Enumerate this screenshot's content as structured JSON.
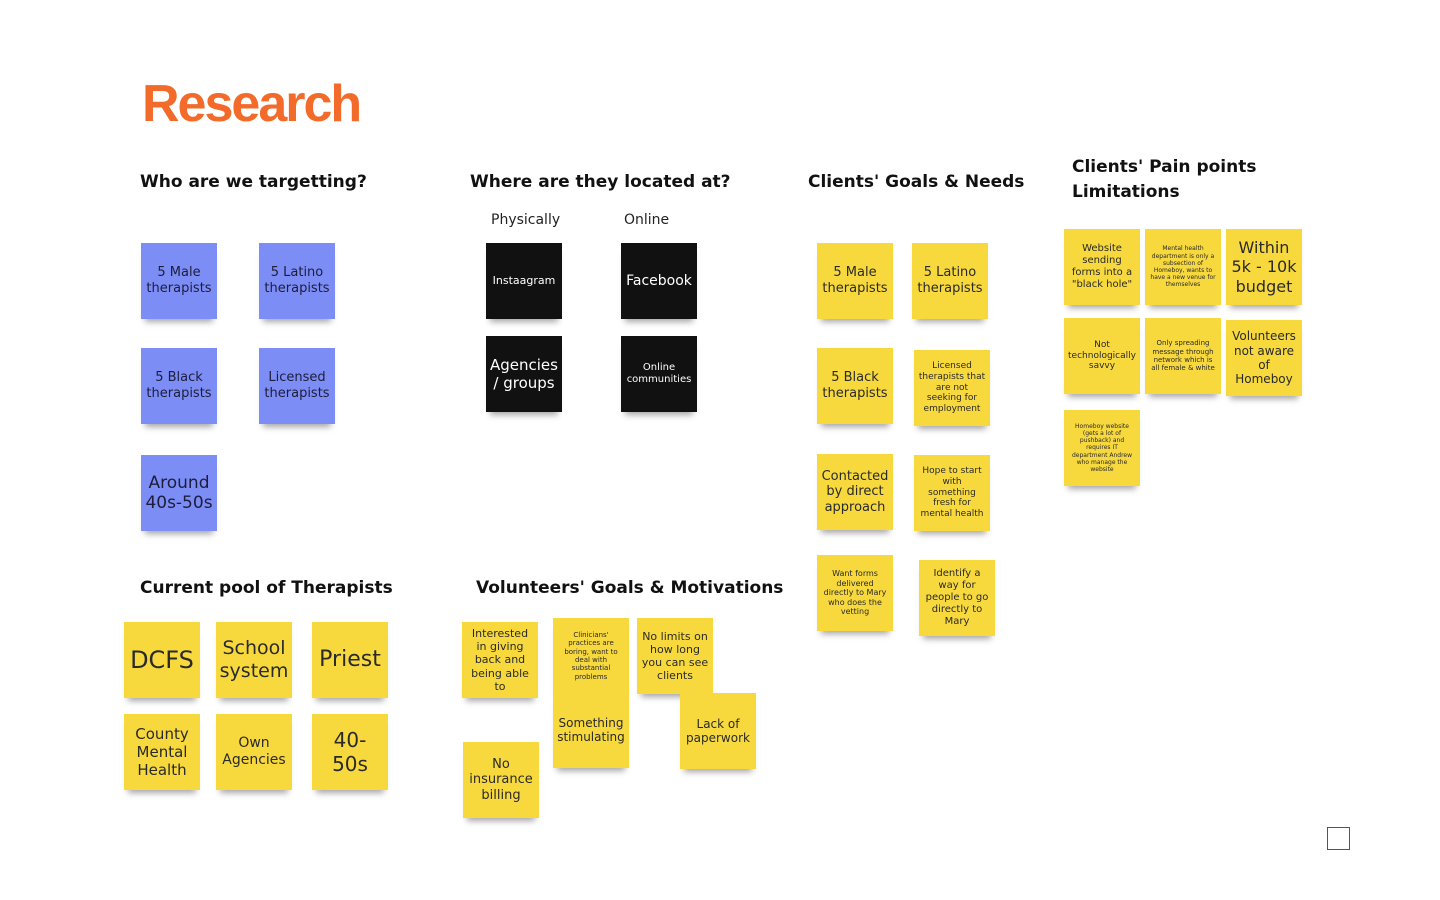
{
  "title": "Research",
  "sections": {
    "targeting": {
      "heading": "Who are we targetting?",
      "notes": [
        "5 Male therapists",
        "5 Latino therapists",
        "5 Black therapists",
        "Licensed therapists",
        "Around 40s-50s"
      ]
    },
    "location": {
      "heading": "Where are they located at?",
      "physically_label": "Physically",
      "online_label": "Online",
      "notes": [
        "Instaagram",
        "Facebook",
        "Agencies / groups",
        "Online communities"
      ]
    },
    "clients_goals": {
      "heading": "Clients' Goals & Needs",
      "notes": [
        "5 Male therapists",
        "5 Latino therapists",
        "5 Black therapists",
        "Licensed therapists that are not seeking for employment",
        "Contacted by direct approach",
        "Hope to start with something fresh for mental health",
        "Want forms delivered directly to Mary who does the vetting",
        "Identify a way for people to go directly to Mary"
      ]
    },
    "pain_points": {
      "heading": "Clients' Pain points Limitations",
      "notes": [
        "Website sending forms into a \"black hole\"",
        "Mental health department is only a subsection of Homeboy, wants to have a new venue for themselves",
        "Within 5k - 10k budget",
        "Not technologically savvy",
        "Only spreading message through network which is all female & white",
        "Volunteers not aware of Homeboy",
        "Homeboy website (gets a lot of pushback) and requires IT department Andrew who manage the website"
      ]
    },
    "pool": {
      "heading": "Current pool of Therapists",
      "notes": [
        "DCFS",
        "School system",
        "Priest",
        "County Mental Health",
        "Own Agencies",
        "40-50s"
      ]
    },
    "volunteers": {
      "heading": "Volunteers' Goals & Motivations",
      "notes": [
        "Interested in giving back and being able to",
        "Clinicians' practices are boring, want to deal with substantial problems",
        "No limits on how long you can see clients",
        "Something stimulating",
        "Lack of paperwork",
        "No insurance billing"
      ]
    }
  },
  "colors": {
    "title": "#F26B2A",
    "yellow_note": "#F7D93E",
    "blue_note": "#7C8DF6",
    "black_note": "#111111"
  }
}
